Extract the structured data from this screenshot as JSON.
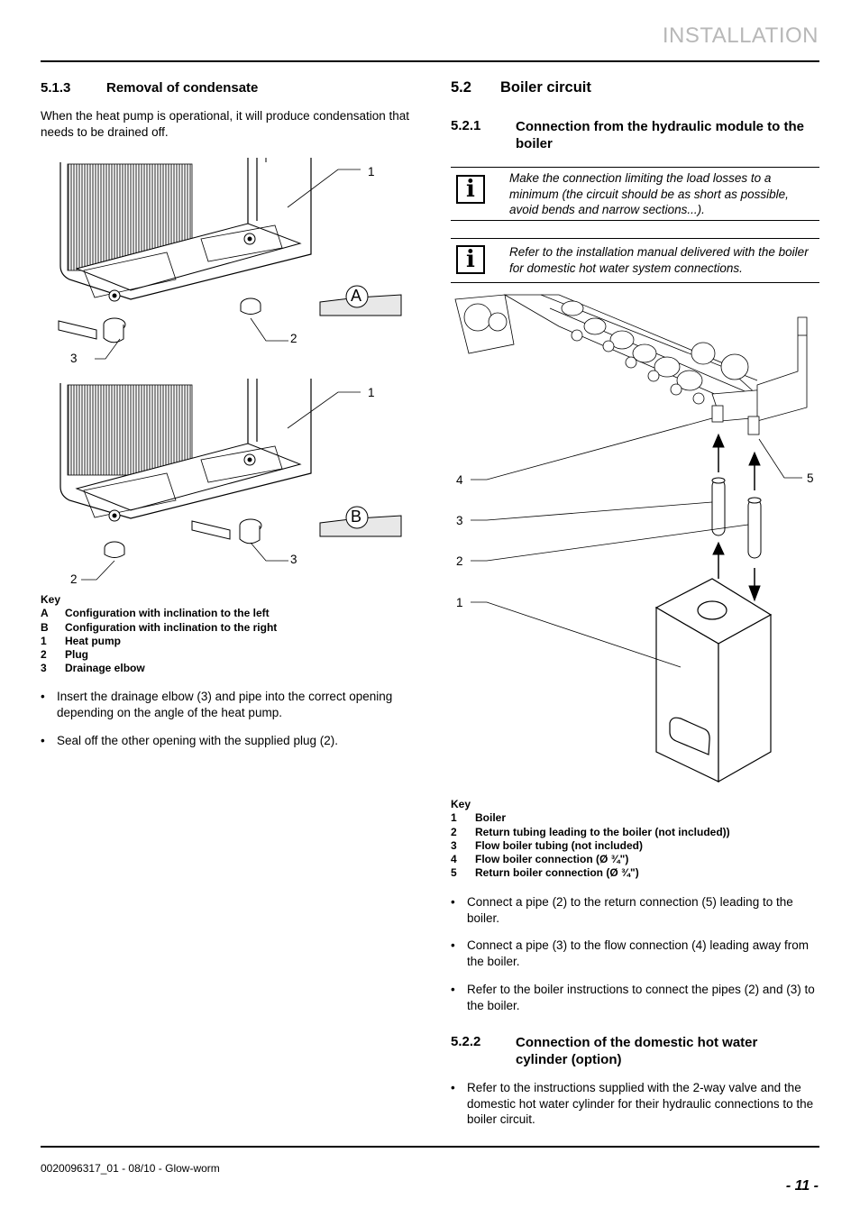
{
  "header": {
    "title": "INSTALLATION"
  },
  "left": {
    "section": {
      "num": "5.1.3",
      "title": "Removal of condensate"
    },
    "intro": "When the heat pump is operational, it will produce condensation that needs to be drained off.",
    "figure_labels": {
      "a_1": "1",
      "a_2": "2",
      "a_3": "3",
      "a_tag": "A",
      "b_1": "1",
      "b_2": "2",
      "b_3": "3",
      "b_tag": "B"
    },
    "key": {
      "title": "Key",
      "items": [
        {
          "k": "A",
          "v": "Configuration with inclination to the left"
        },
        {
          "k": "B",
          "v": "Configuration with inclination to the right"
        },
        {
          "k": "1",
          "v": "Heat pump"
        },
        {
          "k": "2",
          "v": "Plug"
        },
        {
          "k": "3",
          "v": "Drainage elbow"
        }
      ]
    },
    "bullets": [
      "Insert the drainage elbow (3) and pipe into the correct opening depending on the angle of the heat pump.",
      "Seal off the other opening with the supplied plug (2)."
    ]
  },
  "right": {
    "section": {
      "num": "5.2",
      "title": "Boiler circuit"
    },
    "subsection": {
      "num": "5.2.1",
      "title": "Connection from the hydraulic module to the boiler"
    },
    "notes": [
      "Make the connection limiting the load losses to a minimum (the circuit should be as short as possible, avoid bends and narrow sections...).",
      "Refer to the installation manual delivered with the boiler for domestic hot water system connections."
    ],
    "note_icon": "info-icon",
    "figure_labels": {
      "l4": "4",
      "l3": "3",
      "l2": "2",
      "l1": "1",
      "l5": "5"
    },
    "key": {
      "title": "Key",
      "items": [
        {
          "k": "1",
          "v": "Boiler"
        },
        {
          "k": "2",
          "v": "Return tubing leading to the boiler (not included))"
        },
        {
          "k": "3",
          "v": "Flow boiler tubing (not included)"
        },
        {
          "k": "4",
          "v": "Flow boiler connection (Ø ¾\")"
        },
        {
          "k": "5",
          "v": "Return boiler connection (Ø ¾\")"
        }
      ]
    },
    "bullets": [
      "Connect a pipe (2) to the return connection (5) leading to the boiler.",
      "Connect a pipe (3) to the flow connection (4) leading away from the boiler.",
      "Refer to the boiler instructions to connect the pipes (2) and (3) to the boiler."
    ],
    "subsection2": {
      "num": "5.2.2",
      "title": "Connection of the domestic hot water cylinder (option)"
    },
    "bullets2": [
      "Refer to the instructions supplied with the 2-way valve and the domestic hot water cylinder for their hydraulic connections to the boiler circuit."
    ]
  },
  "footer": {
    "docref": "0020096317_01 - 08/10 - Glow-worm",
    "page": "- 11 -"
  }
}
